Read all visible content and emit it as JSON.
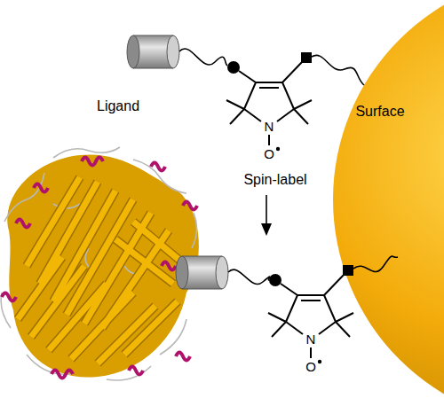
{
  "diagram": {
    "labels": [
      "Ligand",
      "Spin-label",
      "Surface",
      "N",
      "O",
      "N",
      "O"
    ]
  }
}
